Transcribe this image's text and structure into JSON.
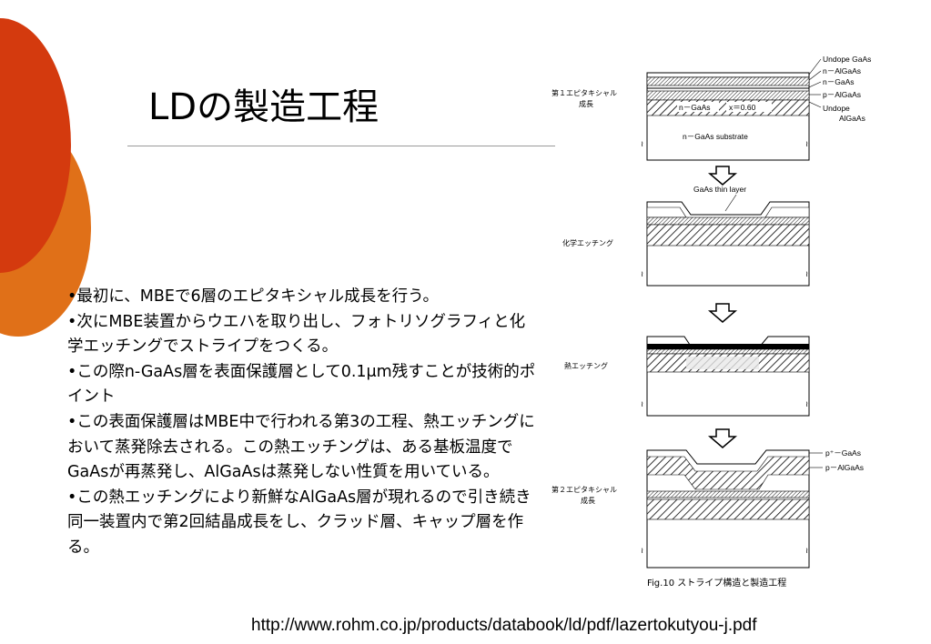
{
  "slide": {
    "title": "LDの製造工程",
    "bullets": [
      "•最初に、MBEで6層のエピタキシャル成長を行う。",
      "•次にMBE装置からウエハを取り出し、フォトリソグラフィと化学エッチングでストライプをつくる。",
      "•この際n-GaAs層を表面保護層として0.1μm残すことが技術的ポイント",
      "•この表面保護層はMBE中で行われる第3の工程、熱エッチングにおいて蒸発除去される。この熱エッチングは、ある基板温度でGaAsが再蒸発し、AlGaAsは蒸発しない性質を用いている。",
      "•この熱エッチングにより新鮮なAlGaAs層が現れるので引き続き同一装置内で第2回結晶成長をし、クラッド層、キャップ層を作る。"
    ],
    "source_url": "http://www.rohm.co.jp/products/databook/ld/pdf/lazertokutyou-j.pdf"
  },
  "figure": {
    "stage_labels": {
      "first_growth_line1": "第１エピタキシャル",
      "first_growth_line2": "成長",
      "chemical_etching": "化学エッチング",
      "thermal_etching": "熱エッチング",
      "second_growth_line1": "第２エピタキシャル",
      "second_growth_line2": "成長"
    },
    "layer_labels": {
      "undope_gaas": "Undope GaAs",
      "n_algaas": "n－AlGaAs",
      "n_gaas": "n－GaAs",
      "p_algaas": "p－AlGaAs",
      "undope_line1": "Undope",
      "undope_line2": "AlGaAs",
      "active_n_gaas": "n－GaAs",
      "active_x": "x＝0.60",
      "substrate": "n－GaAs substrate",
      "thin_layer": "GaAs thin layer",
      "p_plus_gaas": "p⁺－GaAs",
      "p_algaas_2": "p－AlGaAs"
    },
    "caption": "Fig.10 ストライプ構造と製造工程"
  }
}
